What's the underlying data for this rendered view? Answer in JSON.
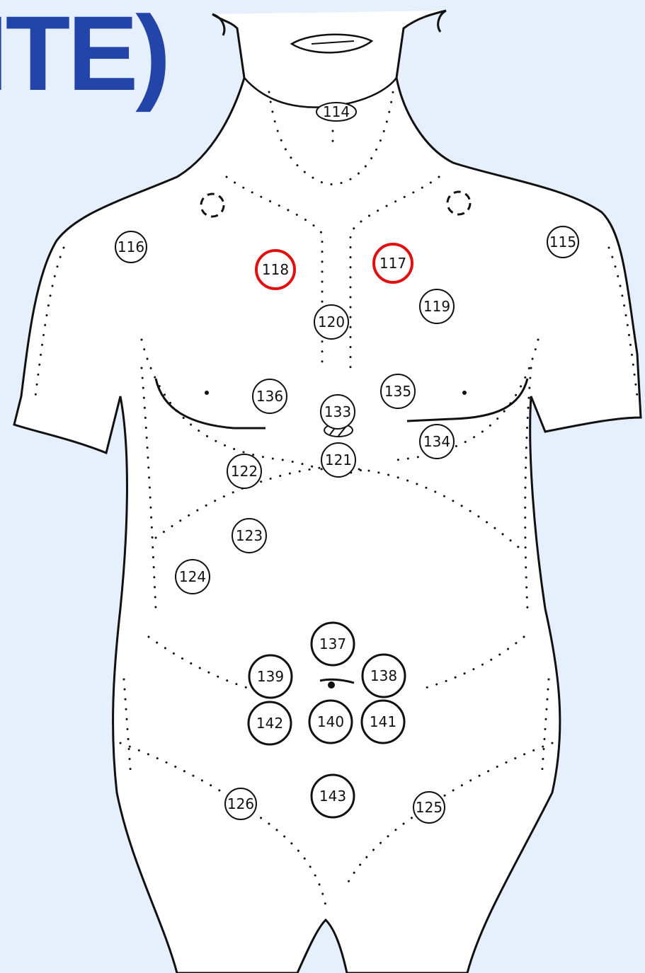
{
  "title": "ITE)",
  "colors": {
    "background": "#e6f0fc",
    "title": "#2344a8",
    "outline": "#111111",
    "highlight": "#e01010"
  },
  "points": [
    {
      "label": "114",
      "highlighted": false
    },
    {
      "label": "115",
      "highlighted": false
    },
    {
      "label": "116",
      "highlighted": false
    },
    {
      "label": "117",
      "highlighted": true
    },
    {
      "label": "118",
      "highlighted": true
    },
    {
      "label": "119",
      "highlighted": false
    },
    {
      "label": "120",
      "highlighted": false
    },
    {
      "label": "121",
      "highlighted": false
    },
    {
      "label": "122",
      "highlighted": false
    },
    {
      "label": "123",
      "highlighted": false
    },
    {
      "label": "124",
      "highlighted": false
    },
    {
      "label": "125",
      "highlighted": false
    },
    {
      "label": "126",
      "highlighted": false
    },
    {
      "label": "133",
      "highlighted": false
    },
    {
      "label": "134",
      "highlighted": false
    },
    {
      "label": "135",
      "highlighted": false
    },
    {
      "label": "136",
      "highlighted": false
    },
    {
      "label": "137",
      "highlighted": false
    },
    {
      "label": "138",
      "highlighted": false
    },
    {
      "label": "139",
      "highlighted": false
    },
    {
      "label": "140",
      "highlighted": false
    },
    {
      "label": "141",
      "highlighted": false
    },
    {
      "label": "142",
      "highlighted": false
    },
    {
      "label": "143",
      "highlighted": false
    }
  ]
}
